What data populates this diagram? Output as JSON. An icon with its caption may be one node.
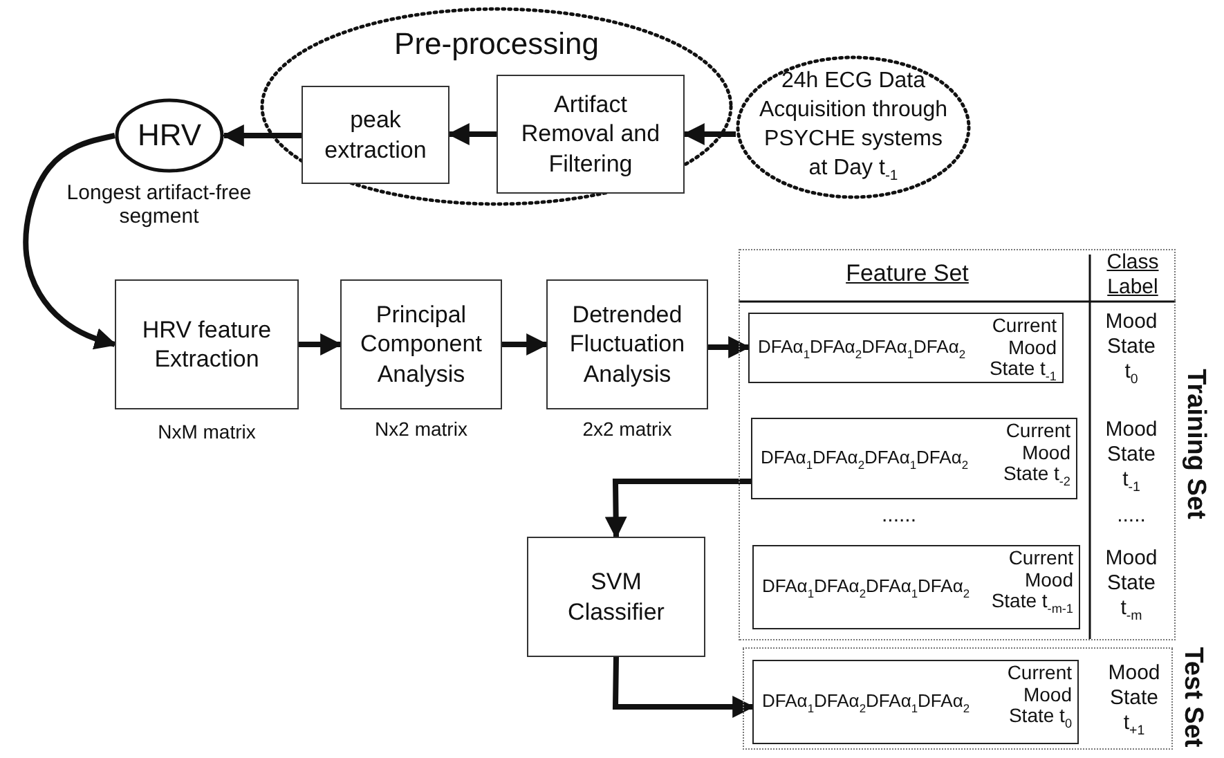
{
  "diagram": {
    "nodes": [
      {
        "text": [
          "Pre-processing"
        ]
      },
      {
        "text": [
          "peak extraction"
        ],
        "in": 0
      },
      {
        "text": [
          "Artifact Removal and Filtering"
        ],
        "in": 0
      },
      {
        "text": [
          "24h ECG Data Acquisition through PSYCHE systems at Day t$_{-1}$"
        ]
      },
      {
        "text": [
          "HRV"
        ],
        "beside": [
          "Longest artifact-free segment"
        ]
      },
      {
        "text": [
          "HRV feature Extraction"
        ],
        "beside": [
          "NxM matrix"
        ]
      },
      {
        "text": [
          "Principal Component Analysis"
        ],
        "beside": [
          "Nx2 matrix"
        ]
      },
      {
        "text": [
          "Detrended Fluctuation Analysis"
        ],
        "beside": [
          "2x2 matrix"
        ]
      },
      {
        "text": [
          "Feature Set",
          "Class Label",
          "Training Set"
        ]
      },
      {
        "text": [
          "DFAα$_{1}$DFAα$_{2}$DFAα$_{1}$DFAα$_{2}$",
          "Current Mood State t$_{-1}$"
        ],
        "in": 8
      },
      {
        "text": [
          "DFAα$_{1}$DFAα$_{2}$DFAα$_{1}$DFAα$_{2}$",
          "Current Mood State t$_{-2}$"
        ],
        "in": 8
      },
      {
        "text": [
          "DFAα$_{1}$DFAα$_{2}$DFAα$_{1}$DFAα$_{2}$",
          "Current Mood State t$_{-m-1}$"
        ],
        "in": 8
      },
      {
        "text": [
          "SVM Classifier"
        ]
      },
      {
        "text": [
          "Test Set"
        ]
      },
      {
        "text": [
          "DFAα$_{1}$DFAα$_{2}$DFAα$_{1}$DFAα$_{2}$",
          "Current Mood State t$_{0}$"
        ],
        "in": 13
      }
    ],
    "edges": [
      {
        "from": 3,
        "to": 2,
        "arrow": "to"
      },
      {
        "from": 2,
        "to": 1,
        "arrow": "to"
      },
      {
        "from": 1,
        "to": 4,
        "arrow": "to"
      },
      {
        "from": 4,
        "to": 5,
        "arrow": "to"
      },
      {
        "from": 5,
        "to": 6,
        "arrow": "to"
      },
      {
        "from": 6,
        "to": 7,
        "arrow": "to"
      },
      {
        "from": 7,
        "to": 9,
        "arrow": "to"
      },
      {
        "from": 10,
        "to": 12,
        "arrow": "to"
      },
      {
        "from": 12,
        "to": 14,
        "arrow": "to"
      }
    ],
    "labels": [
      "Mood State t$_{0}$",
      "Mood State t$_{-1}$",
      "......",
      ".....",
      "Mood State t$_{-m}$",
      "Mood State t$_{+1}$"
    ]
  }
}
